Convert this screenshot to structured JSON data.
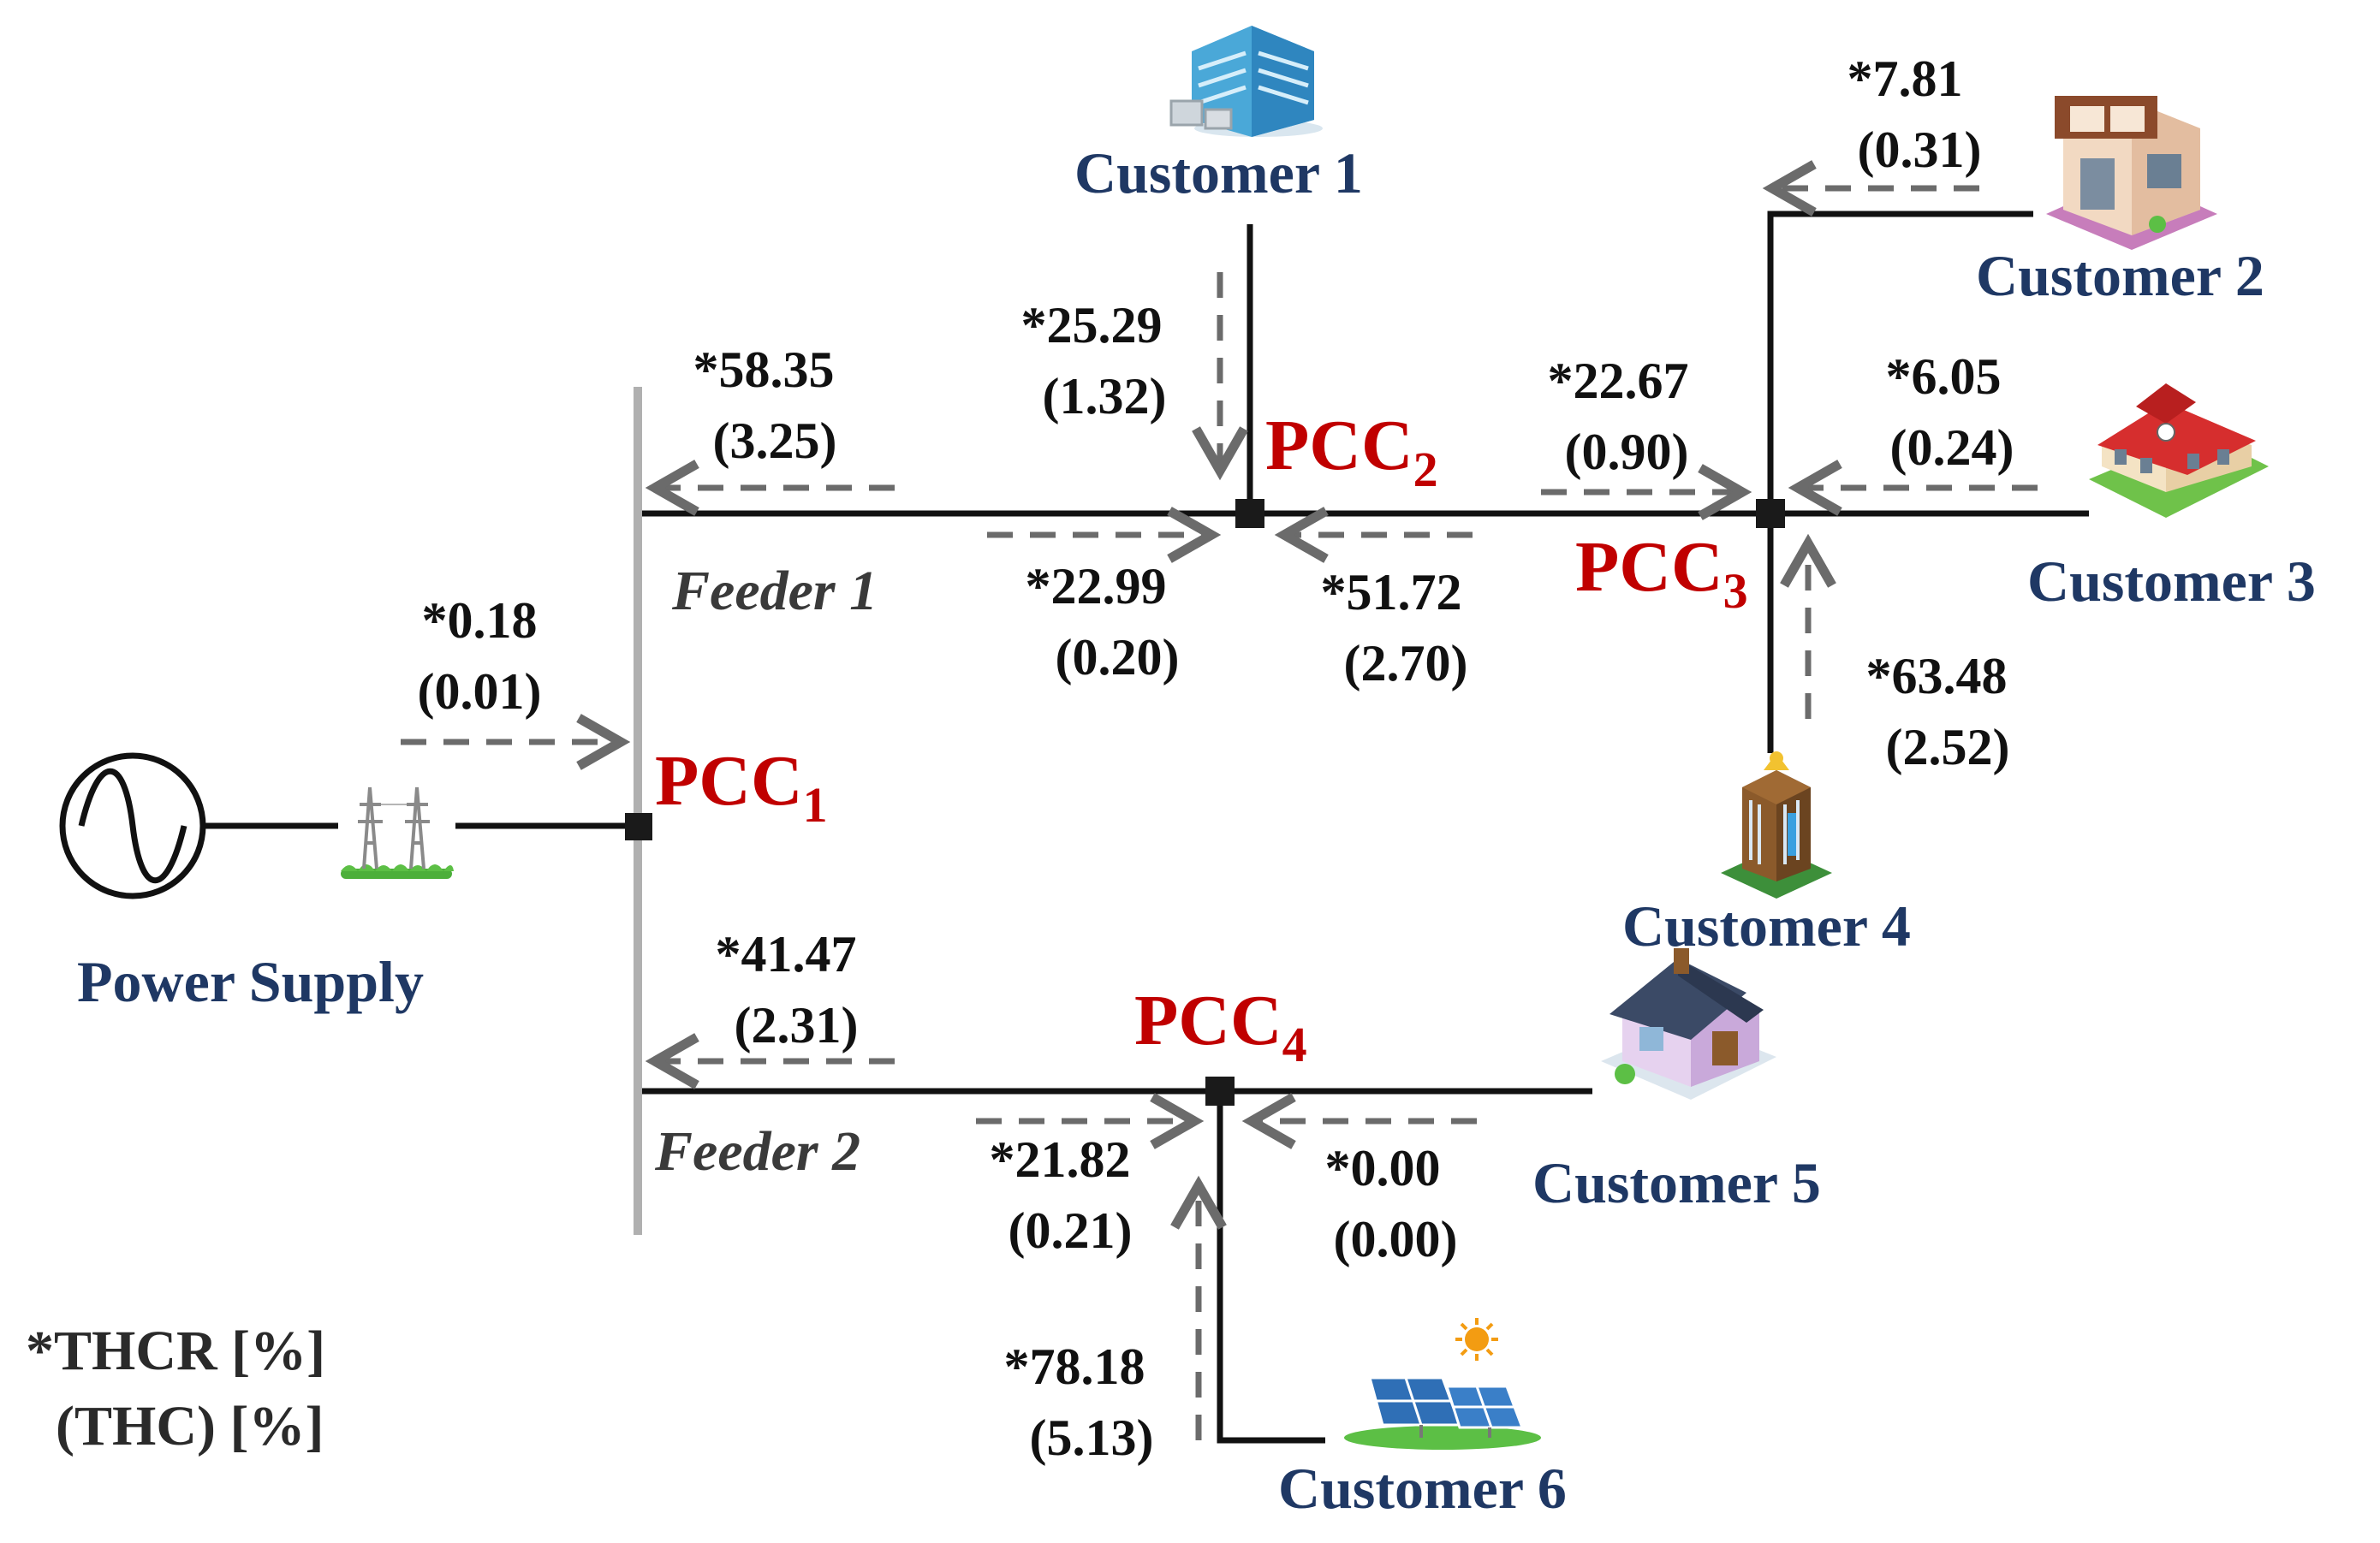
{
  "colors": {
    "customer_label": "#1f3864",
    "pcc_label": "#c00000",
    "line": "#111111",
    "bus": "#b0b0b0",
    "arrow": "#6b6b6b"
  },
  "source": {
    "label": "Power Supply"
  },
  "feeders": [
    {
      "label": "Feeder 1"
    },
    {
      "label": "Feeder 2"
    }
  ],
  "pccs": [
    {
      "base": "PCC",
      "sub": "1"
    },
    {
      "base": "PCC",
      "sub": "2"
    },
    {
      "base": "PCC",
      "sub": "3"
    },
    {
      "base": "PCC",
      "sub": "4"
    }
  ],
  "customers": [
    {
      "label": "Customer 1",
      "icon": "office-building-icon"
    },
    {
      "label": "Customer 2",
      "icon": "house-icon"
    },
    {
      "label": "Customer 3",
      "icon": "school-building-icon"
    },
    {
      "label": "Customer 4",
      "icon": "skyscraper-icon"
    },
    {
      "label": "Customer 5",
      "icon": "house-icon"
    },
    {
      "label": "Customer 6",
      "icon": "solar-panel-icon"
    }
  ],
  "flows": [
    {
      "thcr": "*0.18",
      "thc": "(0.01)"
    },
    {
      "thcr": "*58.35",
      "thc": "(3.25)"
    },
    {
      "thcr": "*25.29",
      "thc": "(1.32)"
    },
    {
      "thcr": "*22.99",
      "thc": "(0.20)"
    },
    {
      "thcr": "*51.72",
      "thc": "(2.70)"
    },
    {
      "thcr": "*22.67",
      "thc": "(0.90)"
    },
    {
      "thcr": "*7.81",
      "thc": "(0.31)"
    },
    {
      "thcr": "*6.05",
      "thc": "(0.24)"
    },
    {
      "thcr": "*63.48",
      "thc": "(2.52)"
    },
    {
      "thcr": "*41.47",
      "thc": "(2.31)"
    },
    {
      "thcr": "*21.82",
      "thc": "(0.21)"
    },
    {
      "thcr": "*0.00",
      "thc": "(0.00)"
    },
    {
      "thcr": "*78.18",
      "thc": "(5.13)"
    }
  ],
  "legend": {
    "line1": "*THCR [%]",
    "line2": "(THC) [%]"
  }
}
